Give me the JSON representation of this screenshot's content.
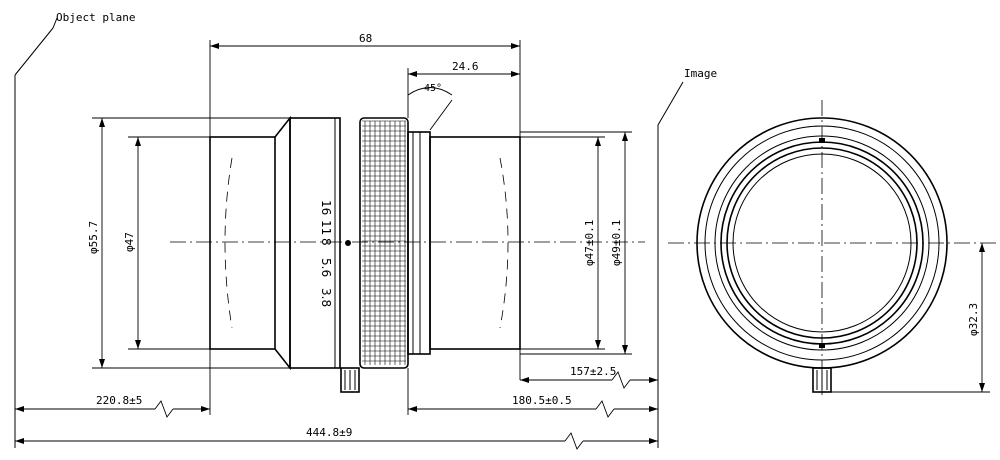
{
  "labels": {
    "object_plane": "Object plane",
    "image": "Image",
    "angle": "45°"
  },
  "dimensions": {
    "overall_length": "68",
    "rear_length": "24.6",
    "diameter_outer": "φ55.7",
    "diameter_front": "φ47",
    "diameter_rear_inner": "φ47±0.1",
    "diameter_rear_outer": "φ49±0.1",
    "diameter_image": "φ32.3",
    "back_focus": "157±2.5",
    "object_distance": "220.8±5",
    "flange_to_image": "180.5±0.5",
    "object_to_image": "444.8±9"
  },
  "aperture_scale": [
    "16",
    "11",
    "8",
    "5.6",
    "3.8"
  ]
}
